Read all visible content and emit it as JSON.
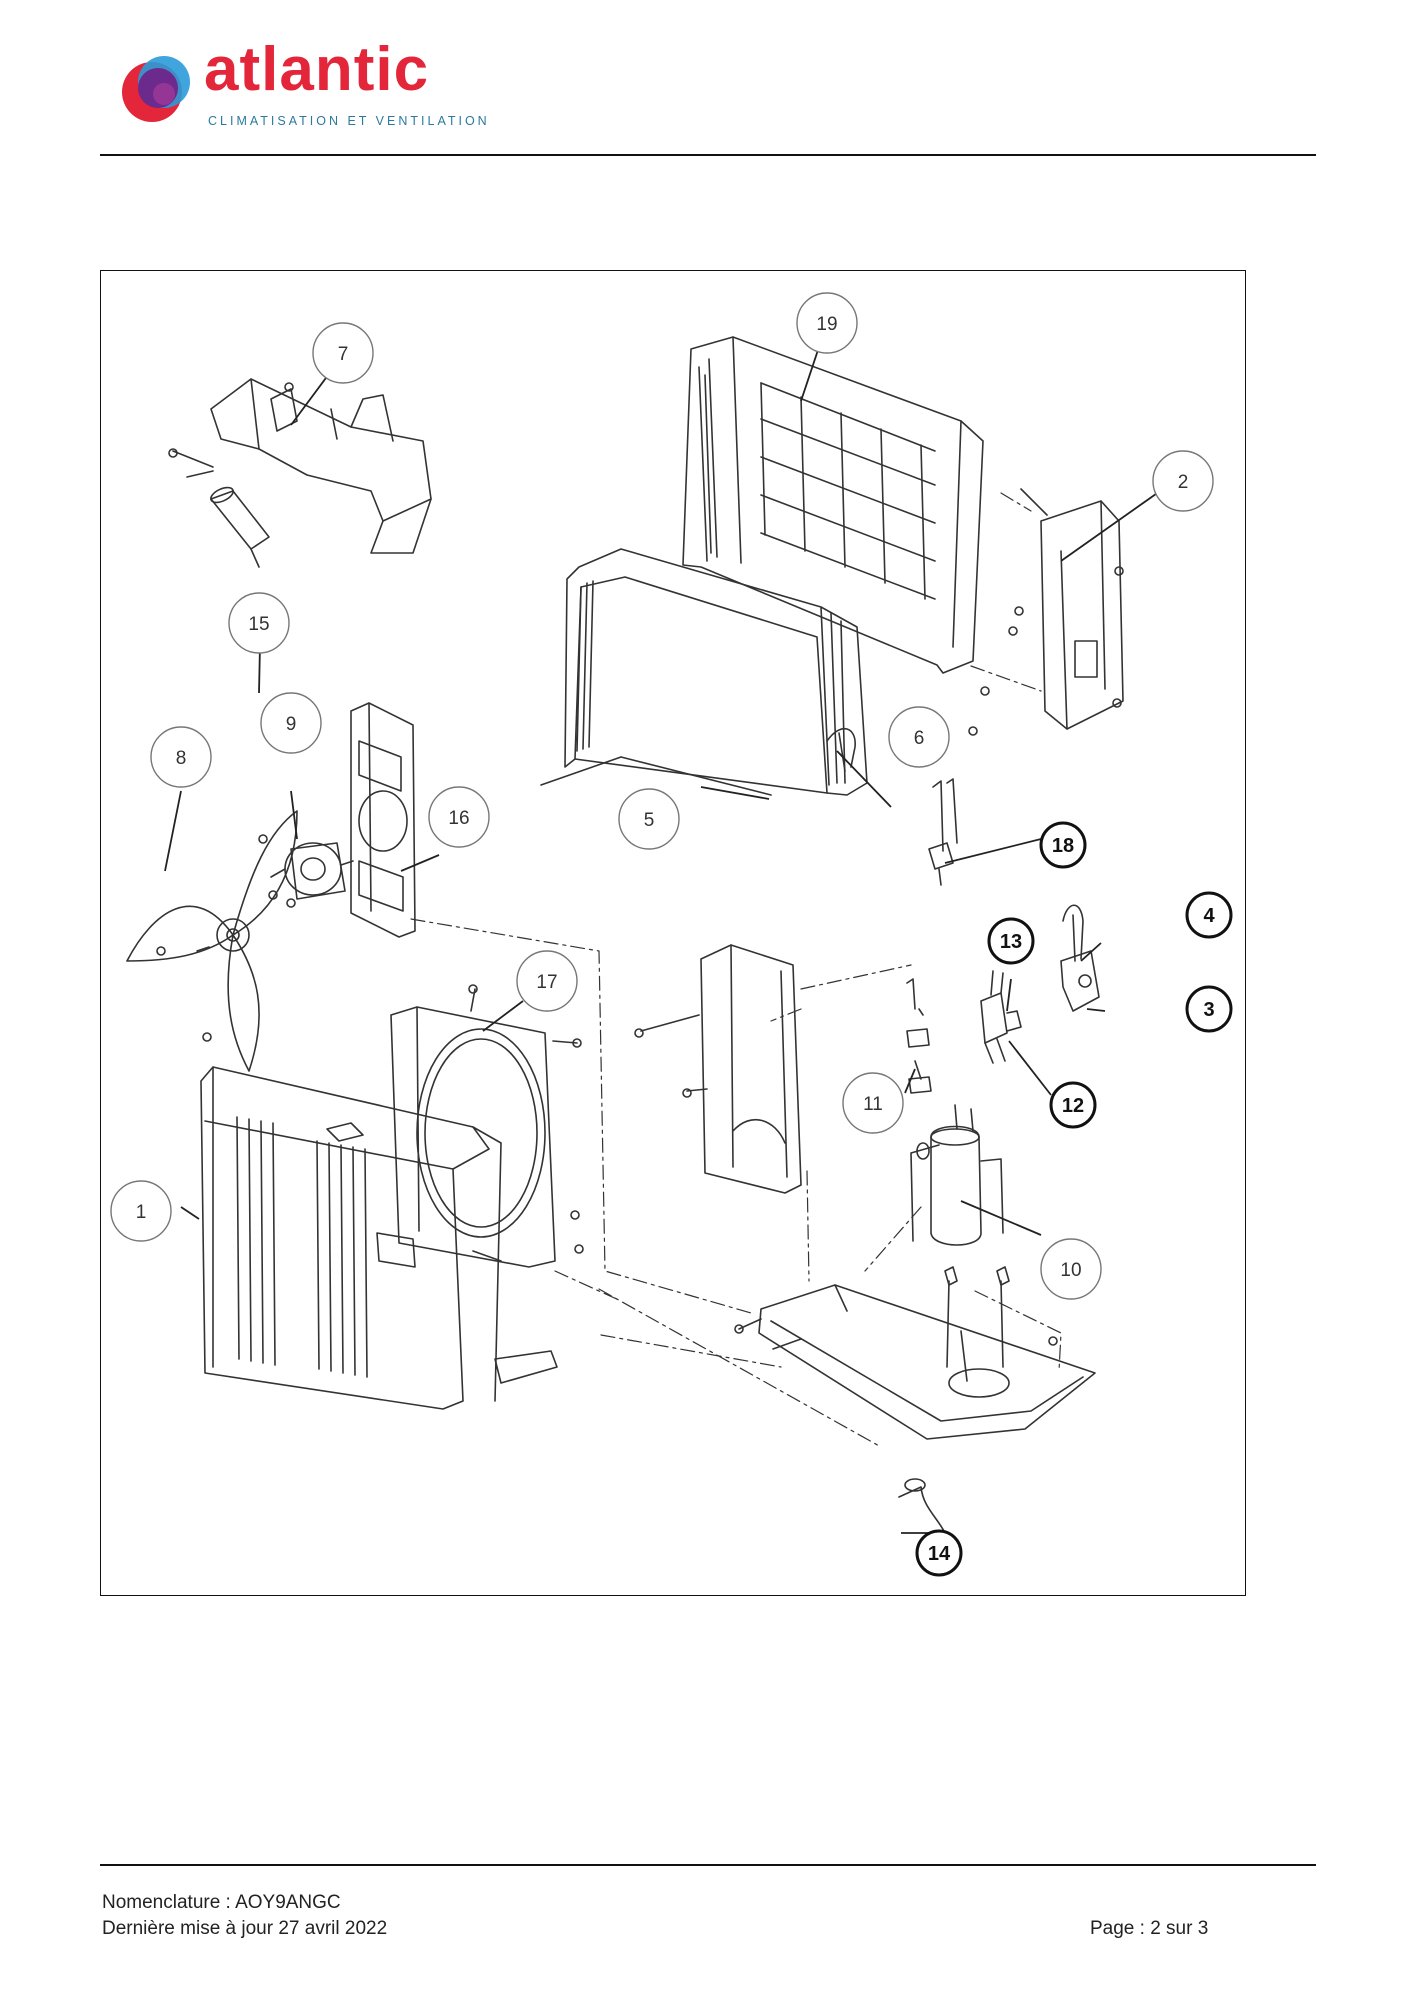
{
  "header": {
    "brand": "atlantic",
    "tagline": "CLIMATISATION ET VENTILATION",
    "colors": {
      "brand_red": "#e3263a",
      "logo_purple": "#6b2a8c",
      "logo_blue": "#2b9bd8",
      "tagline_blue": "#2b7a9c"
    }
  },
  "diagram": {
    "callouts": [
      {
        "label": "1",
        "emphasis": false
      },
      {
        "label": "2",
        "emphasis": false
      },
      {
        "label": "3",
        "emphasis": true
      },
      {
        "label": "4",
        "emphasis": true
      },
      {
        "label": "5",
        "emphasis": false
      },
      {
        "label": "6",
        "emphasis": false
      },
      {
        "label": "7",
        "emphasis": false
      },
      {
        "label": "8",
        "emphasis": false
      },
      {
        "label": "9",
        "emphasis": false
      },
      {
        "label": "10",
        "emphasis": false
      },
      {
        "label": "11",
        "emphasis": false
      },
      {
        "label": "12",
        "emphasis": true
      },
      {
        "label": "13",
        "emphasis": true
      },
      {
        "label": "14",
        "emphasis": true
      },
      {
        "label": "15",
        "emphasis": false
      },
      {
        "label": "16",
        "emphasis": false
      },
      {
        "label": "17",
        "emphasis": false
      },
      {
        "label": "18",
        "emphasis": true
      },
      {
        "label": "19",
        "emphasis": false
      }
    ]
  },
  "footer": {
    "reference": "Nomenclature : AOY9ANGC",
    "updated": "Dernière mise à jour 27 avril 2022",
    "page": "Page : 2 sur 3"
  }
}
